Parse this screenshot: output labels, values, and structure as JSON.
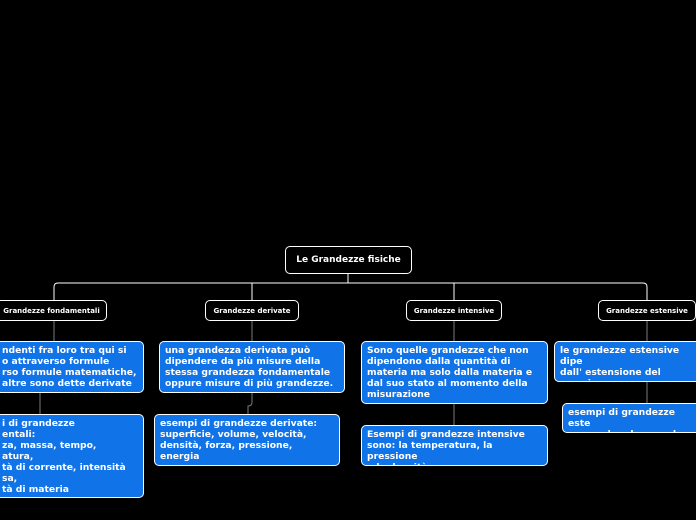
{
  "root": {
    "label": "Le Grandezze fisiche"
  },
  "topics": [
    {
      "label": "Grandezze fondamentali",
      "children": [
        {
          "text": "ndenti fra loro tra qui si\no  attraverso formule\nrso formule matematiche,\n altre sono dette derivate"
        },
        {
          "text": "i di grandezze\nentali:\nza, massa, tempo,\natura,\ntà di corrente, intensità\nsa,\ntà di materia"
        }
      ]
    },
    {
      "label": "Grandezze derivate",
      "children": [
        {
          "text": "una grandezza derivata può\ndipendere da più misure della\nstessa grandezza fondamentale\noppure misure di più grandezze."
        },
        {
          "text": "esempi di grandezze derivate:\nsuperficie, volume, velocità,\ndensità, forza, pressione,\nenergia"
        }
      ]
    },
    {
      "label": "Grandezze intensive",
      "children": [
        {
          "text": "Sono quelle grandezze che non\ndipendono dalla quantità di\nmateria ma solo dalla materia e\ndal suo stato al momento della\nmisurazione"
        },
        {
          "text": "Esempi di grandezze intensive\nsono: la temperatura, la pressione\ne la densità"
        }
      ]
    },
    {
      "label": "Grandezze estensive",
      "children": [
        {
          "text": "le grandezze estensive dipe\ndall' estensione del campio\npreso in considerazione"
        },
        {
          "text": "esempi di grandezze este\nmassa, lunghezza ed ener"
        }
      ]
    }
  ],
  "colors": {
    "background": "#000000",
    "node_fill": "#1173e8",
    "border": "#ffffff",
    "connector": "#7a7a7a"
  }
}
